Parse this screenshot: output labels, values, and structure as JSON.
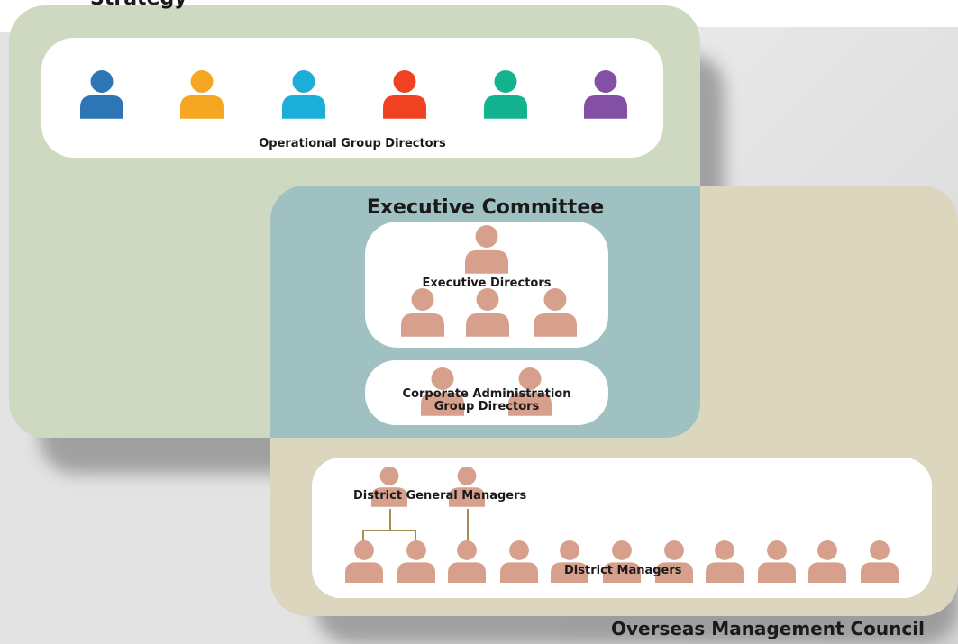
{
  "diagram": {
    "top_group": {
      "title": "Strategy",
      "box_label": "Operational Group Directors",
      "director_colors": [
        "#2e75b6",
        "#f5a623",
        "#1aaed9",
        "#f04123",
        "#12b48f",
        "#8450a6"
      ]
    },
    "executive": {
      "title": "Executive Committee",
      "executive_directors_label": "Executive Directors",
      "corporate_label_line1": "Corporate Administration",
      "corporate_label_line2": "Group Directors"
    },
    "overseas": {
      "title": "Overseas Management Council",
      "dgm_label": "District General Managers",
      "dm_label": "District Managers"
    },
    "colors": {
      "person": "#d7a08c",
      "connector": "#a58e55",
      "strategy_bg": "#cfd9c2",
      "executive_bg": "#9fc1c2",
      "overseas_bg": "#ddd6bf"
    }
  }
}
